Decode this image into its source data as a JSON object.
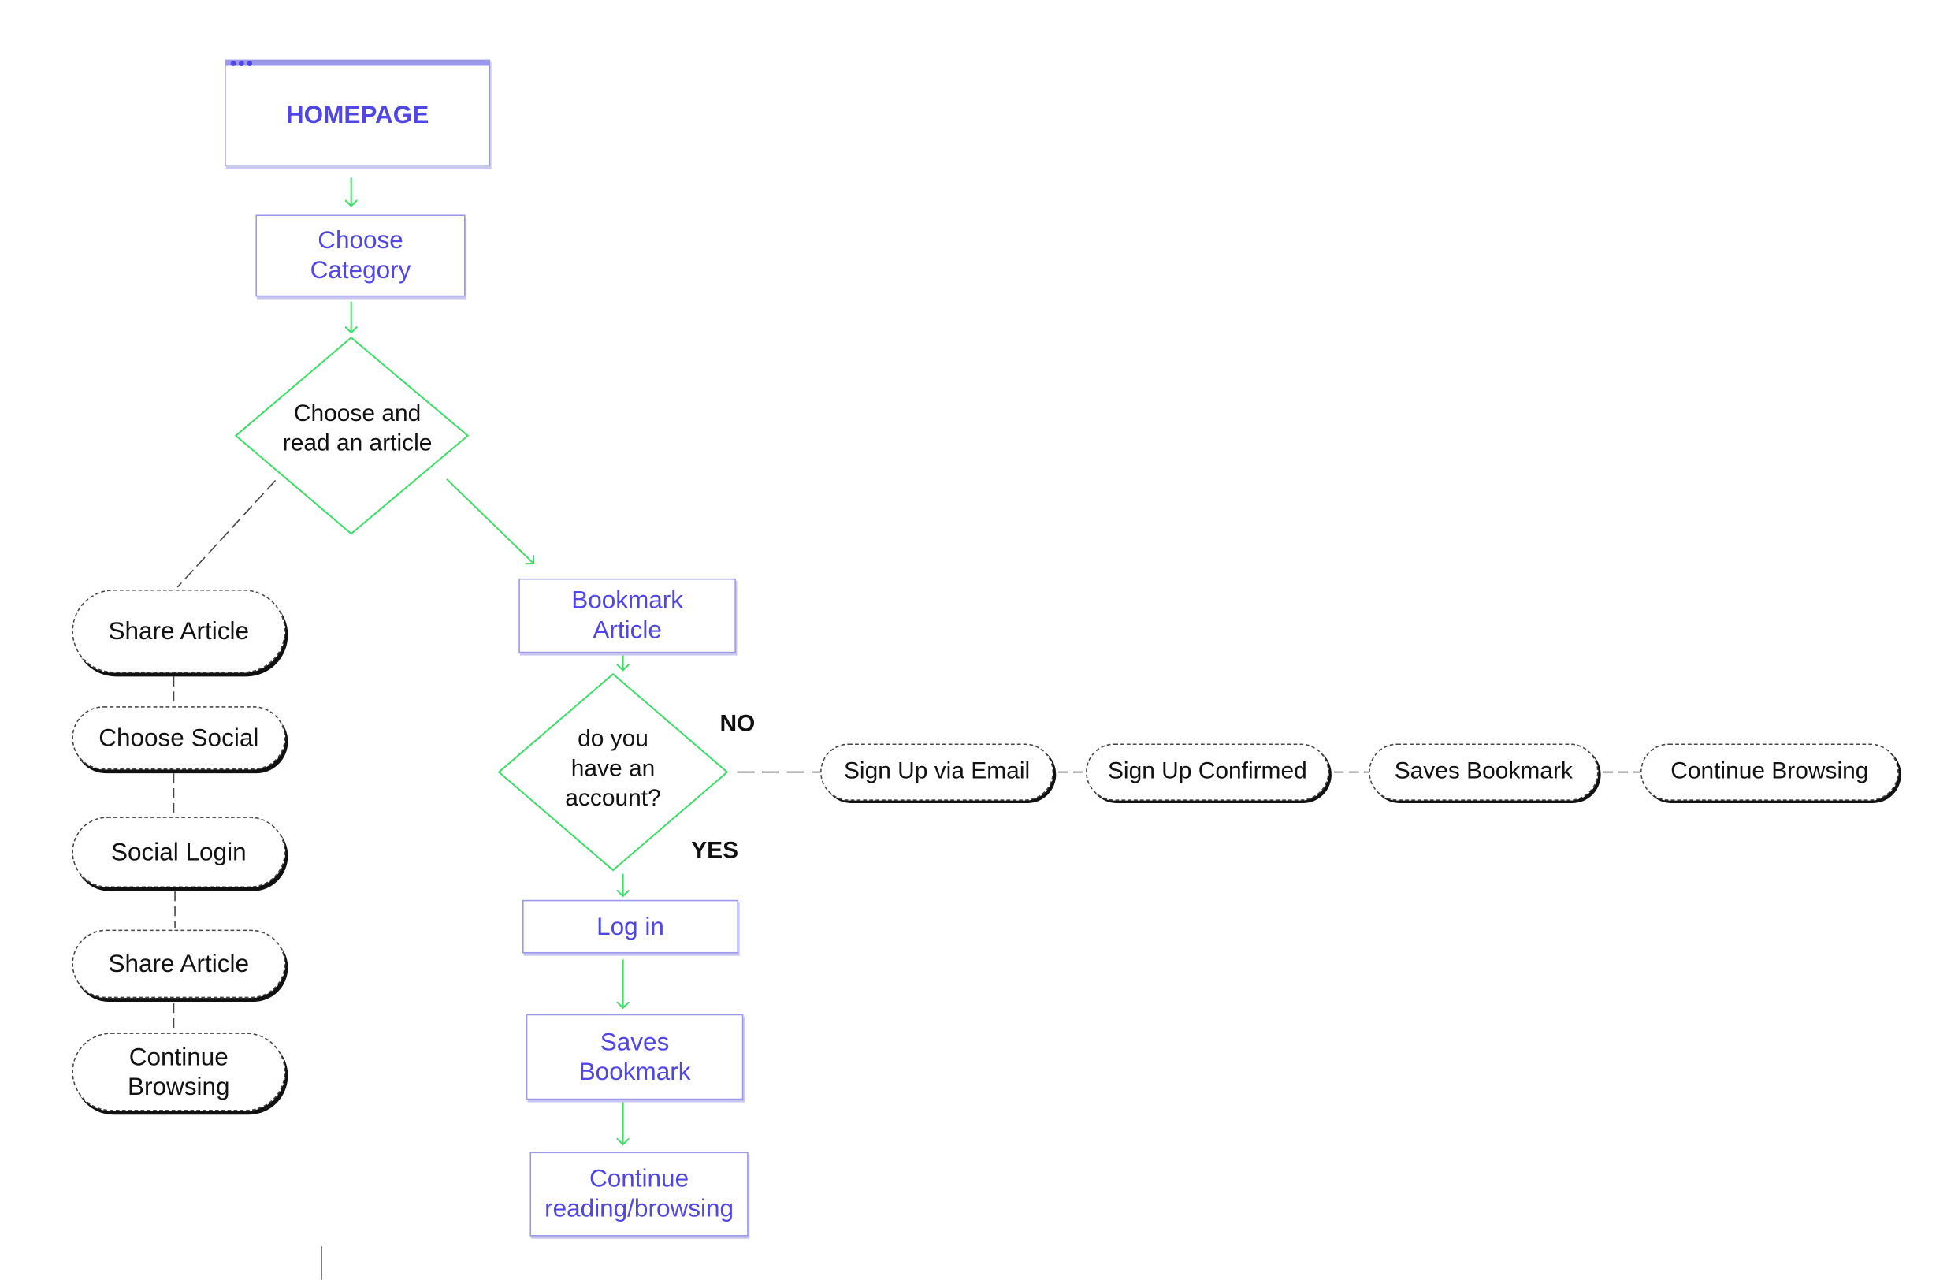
{
  "diagram": {
    "main_flow": {
      "homepage": "HOMEPAGE",
      "choose_category": "Choose\nCategory",
      "choose_article": "Choose and\nread  an article",
      "bookmark_article": "Bookmark\nArticle",
      "account_question": "do you\nhave an\naccount?",
      "no_label": "NO",
      "yes_label": "YES",
      "log_in": "Log in",
      "saves_bookmark": "Saves\nBookmark",
      "continue_reading": "Continue\nreading/browsing"
    },
    "share_flow": [
      "Share Article",
      "Choose Social",
      "Social Login",
      "Share Article",
      "Continue\nBrowsing"
    ],
    "signup_flow": [
      "Sign Up via Email",
      "Sign Up Confirmed",
      "Saves Bookmark",
      "Continue Browsing"
    ],
    "colors": {
      "accent_text": "#4f46e5",
      "box_border": "#9b97ea",
      "arrow_green": "#3fdc6a",
      "pill_text": "#111111"
    },
    "icons": [
      "window-dots-icon"
    ]
  }
}
